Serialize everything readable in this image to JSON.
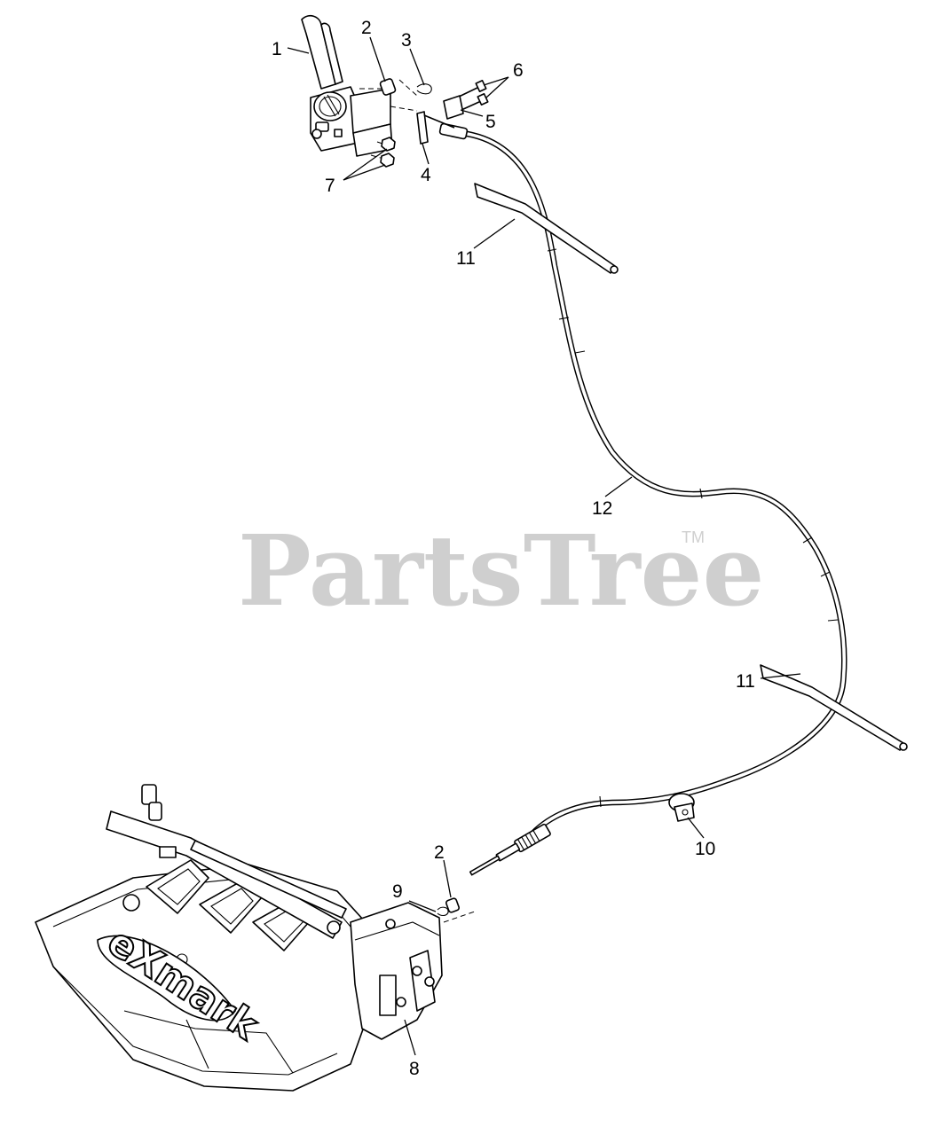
{
  "diagram": {
    "callouts": [
      {
        "id": "1",
        "label": "1"
      },
      {
        "id": "2a",
        "label": "2"
      },
      {
        "id": "3",
        "label": "3"
      },
      {
        "id": "6",
        "label": "6"
      },
      {
        "id": "5",
        "label": "5"
      },
      {
        "id": "4",
        "label": "4"
      },
      {
        "id": "7",
        "label": "7"
      },
      {
        "id": "11a",
        "label": "11"
      },
      {
        "id": "12",
        "label": "12"
      },
      {
        "id": "11b",
        "label": "11"
      },
      {
        "id": "10",
        "label": "10"
      },
      {
        "id": "2b",
        "label": "2"
      },
      {
        "id": "9",
        "label": "9"
      },
      {
        "id": "8",
        "label": "8"
      }
    ]
  },
  "watermark": {
    "text": "PartsTree",
    "tm": "TM"
  },
  "logo": {
    "text": "eXmark"
  }
}
